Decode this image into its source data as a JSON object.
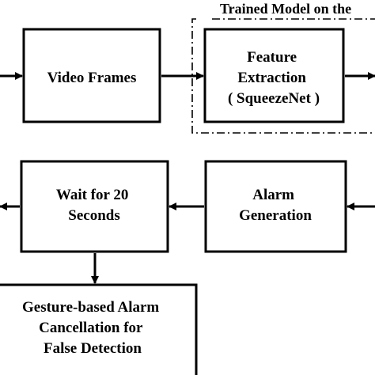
{
  "diagram": {
    "group_label": "Trained Model on the",
    "nodes": {
      "video_frames": {
        "lines": [
          "Video Frames"
        ]
      },
      "feature_extraction": {
        "lines": [
          "Feature",
          "Extraction",
          "( SqueezeNet  )"
        ]
      },
      "alarm_generation": {
        "lines": [
          "Alarm",
          "Generation"
        ]
      },
      "wait": {
        "lines": [
          "Wait for 20",
          "Seconds"
        ]
      },
      "gesture": {
        "lines": [
          "Gesture-based Alarm",
          "Cancellation  for",
          "False Detection"
        ]
      }
    }
  }
}
